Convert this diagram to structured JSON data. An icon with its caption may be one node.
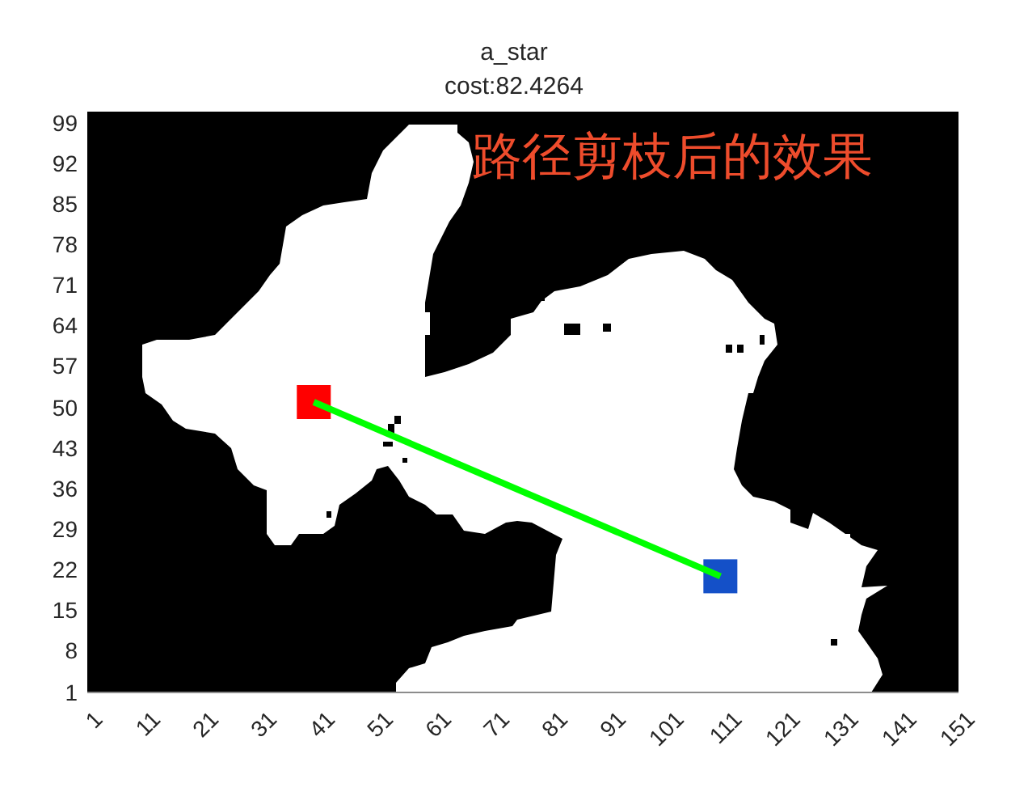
{
  "diagram": {
    "labels": [
      "路径剪枝后的效果"
    ],
    "chart_data": {
      "type": "line",
      "title": "a_star cost:82.4264",
      "x": [
        40,
        110
      ],
      "series": [
        {
          "color": "#ff0000",
          "values": [
            51,
            null
          ],
          "marker": "square"
        },
        {
          "color": "#1450c8",
          "values": [
            null,
            21
          ],
          "marker": "square"
        },
        {
          "color": "#00ff00",
          "values": [
            51,
            21
          ]
        }
      ],
      "xlim": [
        1,
        151
      ],
      "ylim": [
        1,
        101
      ],
      "xticks": [
        1,
        11,
        21,
        31,
        41,
        51,
        61,
        71,
        81,
        91,
        101,
        111,
        121,
        131,
        141,
        151
      ],
      "yticks": [
        1,
        8,
        15,
        22,
        29,
        36,
        43,
        50,
        57,
        64,
        71,
        78,
        85,
        92,
        99
      ]
    }
  }
}
